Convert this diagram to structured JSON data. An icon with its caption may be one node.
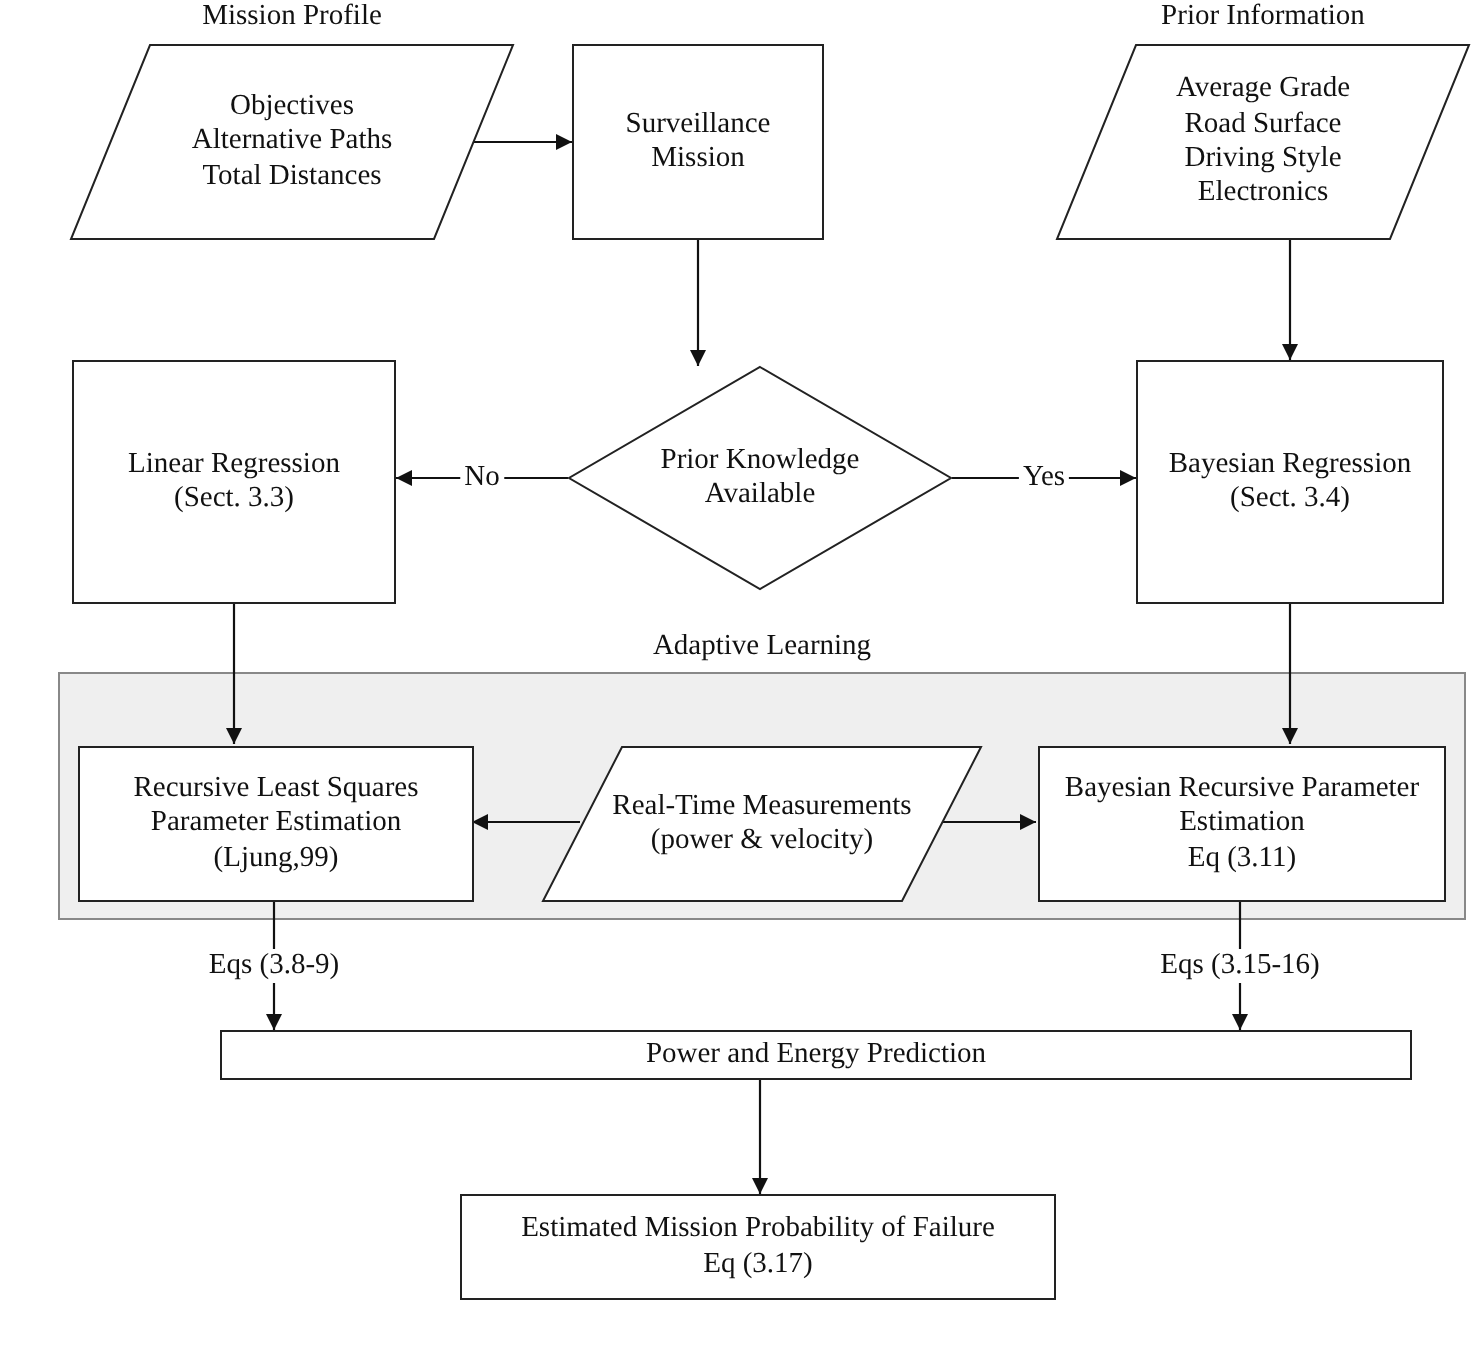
{
  "diagram": {
    "nodes": [
      {
        "text": [
          "Mission Profile",
          "Objectives",
          "Alternative Paths",
          "Total Distances"
        ]
      },
      {
        "text": [
          "Surveillance Mission"
        ]
      },
      {
        "text": [
          "Prior Information",
          "Average Grade",
          "Road Surface",
          "Driving Style",
          "Electronics"
        ]
      },
      {
        "text": [
          "Linear Regression",
          "(Sect. 3.3)"
        ]
      },
      {
        "text": [
          "Prior Knowledge Available"
        ]
      },
      {
        "text": [
          "Bayesian Regression",
          "(Sect. 3.4)"
        ]
      },
      {
        "text": [
          "Adaptive Learning"
        ]
      },
      {
        "text": [
          "Recursive Least Squares Parameter Estimation (Ljung,99)"
        ],
        "in": 6
      },
      {
        "text": [
          "Real-Time Measurements",
          "(power & velocity)"
        ],
        "in": 6
      },
      {
        "text": [
          "Bayesian Recursive Parameter Estimation",
          "Eq (3.11)"
        ],
        "in": 6
      },
      {
        "text": [
          "Power and Energy Prediction"
        ]
      },
      {
        "text": [
          "Estimated Mission Probability of Failure",
          "Eq (3.17)"
        ]
      }
    ],
    "edges": [
      {
        "from": 0,
        "to": 1,
        "arrow": "to"
      },
      {
        "from": 1,
        "to": 4,
        "arrow": "to"
      },
      {
        "from": 2,
        "to": 5,
        "arrow": "to"
      },
      {
        "from": 4,
        "to": 3,
        "arrow": "to",
        "label": "No"
      },
      {
        "from": 4,
        "to": 5,
        "arrow": "to",
        "label": "Yes"
      },
      {
        "from": 3,
        "to": 7,
        "arrow": "to"
      },
      {
        "from": 5,
        "to": 9,
        "arrow": "to"
      },
      {
        "from": 8,
        "to": 7,
        "arrow": "to"
      },
      {
        "from": 8,
        "to": 9,
        "arrow": "to"
      },
      {
        "from": 7,
        "to": 10,
        "arrow": "to",
        "label": "Eqs (3.8-9)"
      },
      {
        "from": 9,
        "to": 10,
        "arrow": "to",
        "label": "Eqs (3.15-16)"
      },
      {
        "from": 10,
        "to": 11,
        "arrow": "to"
      }
    ]
  }
}
